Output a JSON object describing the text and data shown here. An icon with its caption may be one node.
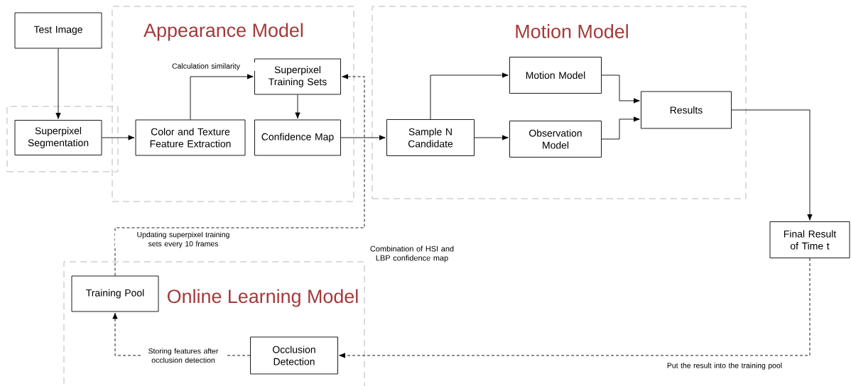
{
  "diagram": {
    "nodes": [
      {
        "text": [
          "Test Image"
        ]
      },
      {
        "text": [
          "Appearance Model"
        ]
      },
      {
        "text": [],
        "shape": "box"
      },
      {
        "text": [
          "Superpixel Segmentation"
        ],
        "in": 2
      },
      {
        "text": [
          "Color and Texture Feature Extraction"
        ],
        "in": 1
      },
      {
        "text": [
          "Superpixel Training Sets"
        ],
        "in": 1
      },
      {
        "text": [
          "Confidence Map"
        ],
        "in": 1
      },
      {
        "text": [
          "Motion Model"
        ]
      },
      {
        "text": [
          "Sample N Candidate"
        ],
        "in": 7
      },
      {
        "text": [
          "Motion Model"
        ],
        "in": 7
      },
      {
        "text": [
          "Observation Model"
        ],
        "in": 7
      },
      {
        "text": [
          "Results"
        ],
        "in": 7
      },
      {
        "text": [
          "Final Result of Time t"
        ]
      },
      {
        "text": [
          "Online Learning Model"
        ]
      },
      {
        "text": [
          "Training Pool"
        ],
        "in": 13
      },
      {
        "text": [
          "Occlusion Detection"
        ],
        "in": 13
      }
    ],
    "edges": [
      {
        "from": 0,
        "to": 3,
        "arrow": "to"
      },
      {
        "from": 3,
        "to": 4,
        "arrow": "to"
      },
      {
        "from": 4,
        "to": 5,
        "arrow": "to",
        "label": "Calculation similarity"
      },
      {
        "from": 5,
        "to": 6,
        "arrow": "to"
      },
      {
        "from": 6,
        "to": 8,
        "arrow": "to"
      },
      {
        "from": 8,
        "to": 9,
        "arrow": "to"
      },
      {
        "from": 8,
        "to": 10,
        "arrow": "to"
      },
      {
        "from": 9,
        "to": 11,
        "arrow": "to"
      },
      {
        "from": 10,
        "to": 11,
        "arrow": "to"
      },
      {
        "from": 11,
        "to": 12,
        "arrow": "to"
      },
      {
        "from": 12,
        "to": 15,
        "arrow": "to",
        "style": "dashed",
        "label": "Put the result into the training pool"
      },
      {
        "from": 15,
        "to": 14,
        "arrow": "to",
        "style": "dashed",
        "label": "Storing features after occlusion detection"
      },
      {
        "from": 14,
        "to": 5,
        "arrow": "to",
        "style": "dashed",
        "label": "Updating superpixel training sets every 10 frames"
      }
    ],
    "labels": [
      "Combination of HSI and LBP confidence map"
    ]
  }
}
